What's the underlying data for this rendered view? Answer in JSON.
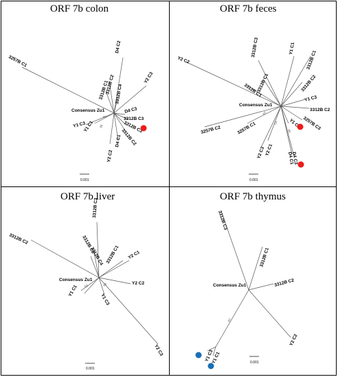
{
  "panels": [
    {
      "title": "ORF 7b colon",
      "root": "Consensus Zu1",
      "leaves": [
        "3257B C1",
        "D4 C2",
        "3312B C2",
        "3312B C1",
        "3312B C4",
        "Y2 C3",
        "D4 C3",
        "3312B C3",
        "3312B C3",
        "3312B C2",
        "D4 C1",
        "Y2 C2",
        "Y1 C1",
        "Y1 C3"
      ],
      "bootstrap": [
        "90",
        "66"
      ],
      "scale": "0.001",
      "marker_color": "#ee1c1c"
    },
    {
      "title": "ORF 7b feces",
      "root": "Consensus Zu1",
      "leaves": [
        "Y2 C2",
        "3312B C3",
        "3312B C1",
        "3312B C1",
        "Y1 C1",
        "3312B C1",
        "3312B C2",
        "Y1 C3",
        "3312B C2",
        "3257B C3",
        "Y1 C2",
        "D4 C1",
        "D4 C3",
        "Y2 C1",
        "Y2 C3",
        "3257B C1",
        "3257B C2"
      ],
      "bootstrap": [
        "63",
        "63",
        "66"
      ],
      "scale": "0.001",
      "marker_color": "#ee1c1c"
    },
    {
      "title": "ORF 7b liver",
      "root": "Consensus Zu1",
      "leaves": [
        "3312B C2",
        "3312B C3",
        "3312B C2",
        "3312B C4",
        "Y2 C1",
        "3312B C1",
        "Y2 C2",
        "Y2 C3",
        "Y1 C3",
        "Y1 C1"
      ],
      "bootstrap": [
        "63",
        "63"
      ],
      "scale": "0.001"
    },
    {
      "title": "ORF 7b thymus",
      "root": "Consensus Zu1",
      "leaves": [
        "3312B C3",
        "3312B C1",
        "3312B C2",
        "Y2 C2",
        "Y1 C3",
        "Y1 C1"
      ],
      "bootstrap": [
        "67"
      ],
      "scale": "0.001",
      "marker_color": "#1a6fb5"
    }
  ]
}
